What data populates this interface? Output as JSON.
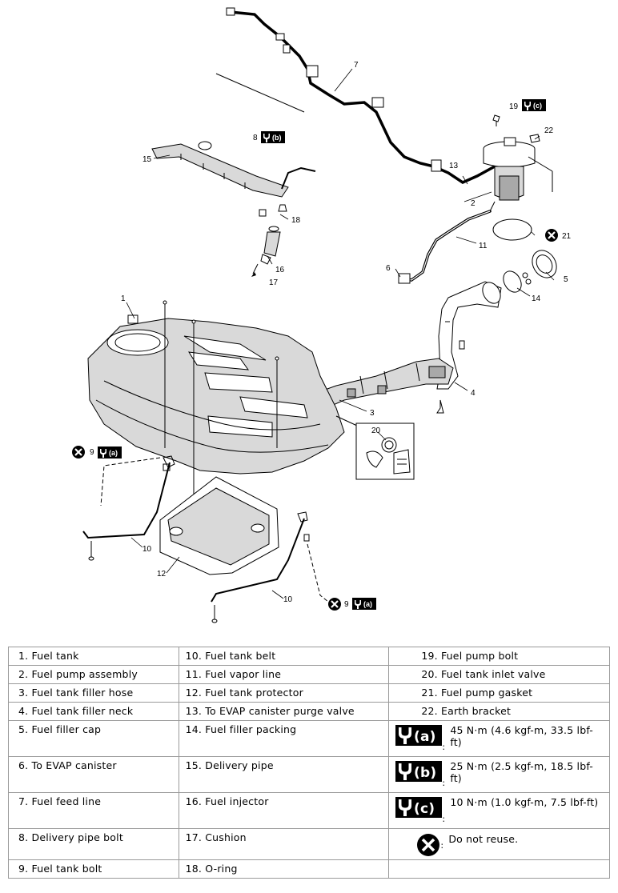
{
  "callouts": {
    "c1": "1",
    "c3": "3",
    "c4": "4",
    "c5": "5",
    "c6": "6",
    "c7": "7",
    "c8": "8",
    "c9a": "9",
    "c9b": "9",
    "c10a": "10",
    "c10b": "10",
    "c11": "11",
    "c12": "12",
    "c13": "13",
    "c14": "14",
    "c15": "15",
    "c16": "16",
    "c17": "17",
    "c18": "18",
    "c19": "19",
    "c20": "20",
    "c21": "21",
    "c22": "22",
    "c2": "2"
  },
  "torque_letters": {
    "a": "(a)",
    "b": "(b)",
    "c": "(c)"
  },
  "legend": {
    "rows": [
      [
        "1. Fuel tank",
        "10. Fuel tank belt",
        "19. Fuel pump bolt"
      ],
      [
        "2. Fuel pump assembly",
        "11. Fuel vapor line",
        "20. Fuel tank inlet valve"
      ],
      [
        "3. Fuel tank filler hose",
        "12. Fuel tank protector",
        "21. Fuel pump gasket"
      ],
      [
        "4. Fuel tank filler neck",
        "13. To EVAP canister purge valve",
        "22. Earth bracket"
      ],
      [
        "5. Fuel filler cap",
        "14. Fuel filler packing"
      ],
      [
        "6. To EVAP canister",
        "15. Delivery pipe"
      ],
      [
        "7. Fuel feed line",
        "16. Fuel injector"
      ],
      [
        "8. Delivery pipe bolt",
        "17. Cushion"
      ],
      [
        "9. Fuel tank bolt",
        "18. O-ring"
      ]
    ],
    "torque": [
      {
        "icon": "torque-a-icon",
        "letter": "(a)",
        "colon": ":",
        "value": "45 N·m (4.6 kgf-m, 33.5 lbf-ft)"
      },
      {
        "icon": "torque-b-icon",
        "letter": "(b)",
        "colon": ":",
        "value": "25 N·m (2.5 kgf-m, 18.5 lbf-ft)"
      },
      {
        "icon": "torque-c-icon",
        "letter": "(c)",
        "colon": ":",
        "value": "10 N·m (1.0 kgf-m, 7.5 lbf-ft)"
      }
    ],
    "do_not_reuse": {
      "icon": "do-not-reuse-icon",
      "colon": ":",
      "value": "Do not reuse."
    }
  },
  "colors": {
    "line": "#000000",
    "shade": "#d9d9d9",
    "dark_shade": "#a9a9a9",
    "table_border": "#9a9a9a"
  }
}
